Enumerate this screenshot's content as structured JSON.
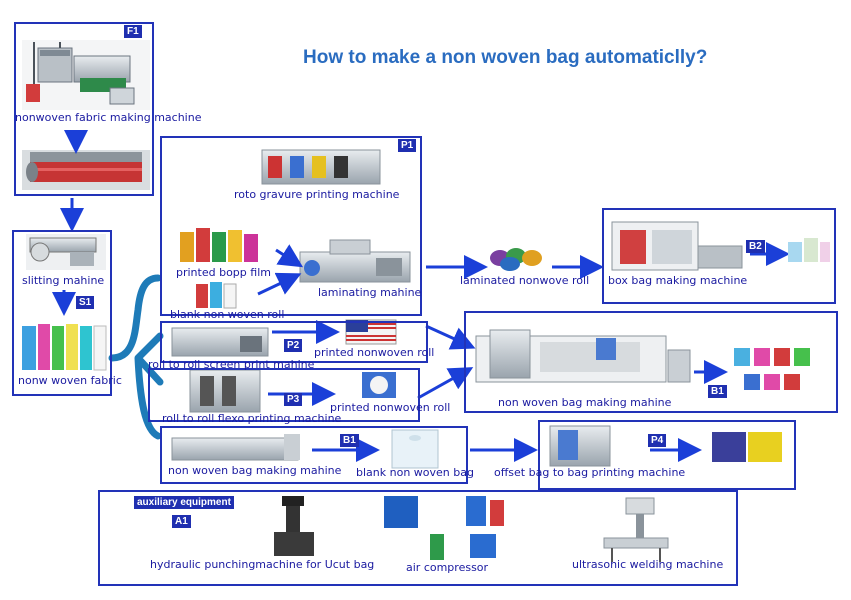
{
  "title": "How to make a non woven bag automaticlly?",
  "tags": {
    "F1": "F1",
    "S1": "S1",
    "P1": "P1",
    "P2": "P2",
    "P3": "P3",
    "B1a": "B1",
    "B1b": "B1",
    "B2": "B2",
    "P4": "P4",
    "A1": "A1"
  },
  "auxiliary_label": "auxiliary equipment",
  "labels": {
    "nonwoven_fabric_machine": "nonwoven fabric making machine",
    "slitting": "slitting mahine",
    "nonwoven_fabric": "nonw woven fabric",
    "roto_gravure": "roto gravure printing machine",
    "printed_bopp": "printed bopp film",
    "blank_roll": "blank non woven roll",
    "laminating": "laminating mahine",
    "laminated_roll": "laminated nonwove roll",
    "box_bag": "box bag making machine",
    "screen_print": "roll to roll screen print mahine",
    "printed_nonwoven_1": "printed nonwoven roll",
    "flexo": "roll to roll flexo printing machine",
    "printed_nonwoven_2": "printed nonwoven roll",
    "bag_machine_main": "non woven bag making mahine",
    "bag_machine_small": "non woven bag making mahine",
    "blank_bag": "blank non woven bag",
    "offset": "offset bag to bag printing machine",
    "hydraulic": "hydraulic punchingmachine for Ucut bag",
    "air_compressor": "air compressor",
    "ultrasonic": "ultrasonic welding machine"
  },
  "colors": {
    "frame": "#2233b8",
    "arrow": "#1b3fd8",
    "brace": "#1e7bb8",
    "title": "#2a6cc0",
    "label": "#1a1aa0"
  }
}
